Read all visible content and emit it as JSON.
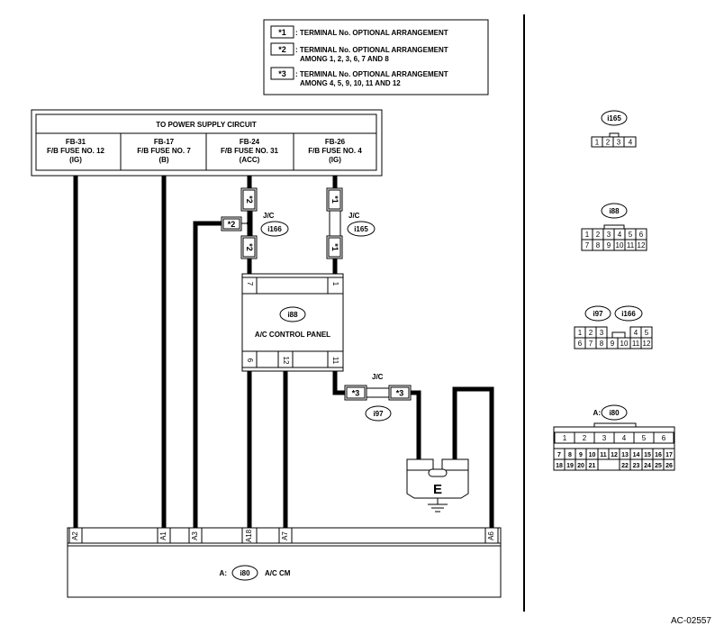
{
  "legend": {
    "items": [
      {
        "mark": "*1",
        "line1": ": TERMINAL No. OPTIONAL ARRANGEMENT",
        "line2": ""
      },
      {
        "mark": "*2",
        "line1": ": TERMINAL No. OPTIONAL ARRANGEMENT",
        "line2": "AMONG 1, 2, 3, 6, 7 AND 8"
      },
      {
        "mark": "*3",
        "line1": ": TERMINAL No. OPTIONAL ARRANGEMENT",
        "line2": "AMONG 4, 5, 9, 10, 11 AND 12"
      }
    ]
  },
  "power": {
    "title": "TO POWER SUPPLY CIRCUIT",
    "fuses": [
      {
        "id": "FB-31",
        "name": "F/B FUSE NO. 12",
        "type": "(IG)"
      },
      {
        "id": "FB-17",
        "name": "F/B FUSE NO. 7",
        "type": "(B)"
      },
      {
        "id": "FB-24",
        "name": "F/B FUSE NO. 31",
        "type": "(ACC)"
      },
      {
        "id": "FB-26",
        "name": "F/B FUSE NO. 4",
        "type": "(IG)"
      }
    ]
  },
  "junctions": {
    "jc_label": "J/C",
    "i166": "i166",
    "i165": "i165",
    "i97": "i97",
    "star1": "*1",
    "star2": "*2",
    "star3": "*3"
  },
  "panel": {
    "connector": "i88",
    "name": "A/C CONTROL PANEL",
    "top_pins": [
      "7",
      "1"
    ],
    "bottom_pins": [
      "6",
      "12",
      "11"
    ]
  },
  "ground": {
    "label": "E"
  },
  "cm": {
    "prefix": "A:",
    "connector": "i80",
    "name": "A/C CM",
    "pins": [
      "A2",
      "A1",
      "A3",
      "A18",
      "A7",
      "A6"
    ]
  },
  "connector_views": {
    "i165": {
      "label": "i165",
      "pins": [
        "1",
        "2",
        "3",
        "4"
      ]
    },
    "i88": {
      "label": "i88",
      "row1": [
        "1",
        "2",
        "3",
        "4",
        "5",
        "6"
      ],
      "row2": [
        "7",
        "8",
        "9",
        "10",
        "11",
        "12"
      ]
    },
    "i97_i166": {
      "labels": [
        "i97",
        "i166"
      ],
      "row1": [
        "1",
        "2",
        "3",
        "4",
        "5"
      ],
      "row2": [
        "6",
        "7",
        "8",
        "9",
        "10",
        "11",
        "12"
      ]
    },
    "i80": {
      "prefix": "A:",
      "label": "i80",
      "row1": [
        "1",
        "2",
        "3",
        "4",
        "5",
        "6"
      ],
      "row2": [
        "7",
        "8",
        "9",
        "10",
        "11",
        "12",
        "13",
        "14",
        "15",
        "16",
        "17"
      ],
      "row3": [
        "18",
        "19",
        "20",
        "21",
        "22",
        "23",
        "24",
        "25",
        "26"
      ]
    }
  },
  "figure_id": "AC-02557"
}
